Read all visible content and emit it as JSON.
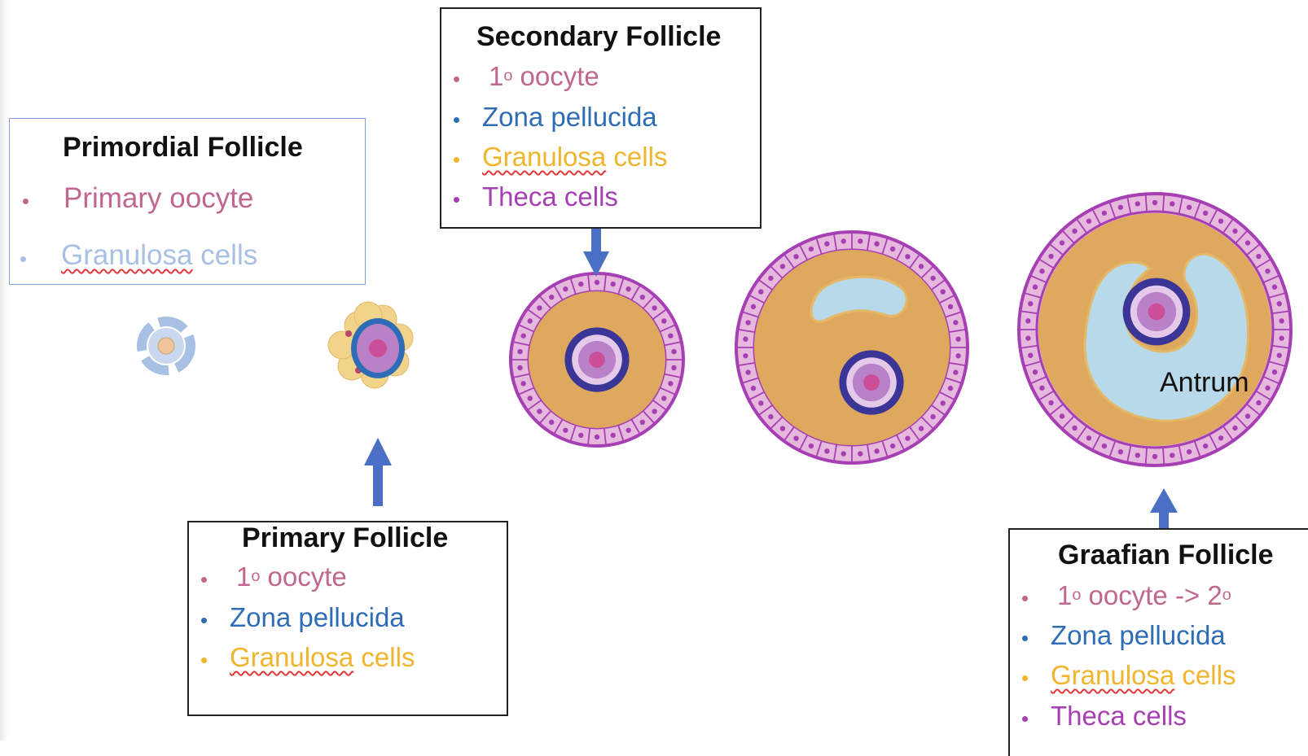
{
  "colors": {
    "oocyte": "#c0668f",
    "zona": "#2e6db6",
    "granulosa": "#f0b52d",
    "theca": "#a63fb3",
    "primordial_granulosa": "#a8c0e3",
    "arrow": "#4a6fc4"
  },
  "primordial": {
    "title": "Primordial Follicle",
    "items": [
      {
        "text": "Primary oocyte"
      },
      {
        "text": "Granulosa",
        "rest": " cells"
      }
    ]
  },
  "secondary": {
    "title": "Secondary Follicle",
    "items": [
      {
        "pre": "1",
        "sup": "o",
        "post": " oocyte"
      },
      {
        "text": "Zona pellucida"
      },
      {
        "text": "Granulosa",
        "rest": " cells"
      },
      {
        "text": "Theca cells"
      }
    ]
  },
  "primary": {
    "title": "Primary Follicle",
    "items": [
      {
        "pre": "1",
        "sup": "o",
        "post": " oocyte"
      },
      {
        "text": "Zona pellucida"
      },
      {
        "text": "Granulosa",
        "rest": " cells"
      }
    ]
  },
  "graafian": {
    "title": "Graafian Follicle",
    "items": [
      {
        "pre": "1",
        "sup": "o",
        "mid": " oocyte -> 2",
        "sup2": "o"
      },
      {
        "text": "Zona pellucida"
      },
      {
        "text": "Granulosa",
        "rest": " cells"
      },
      {
        "text": "Theca cells"
      }
    ]
  },
  "labels": {
    "antrum": "Antrum"
  }
}
